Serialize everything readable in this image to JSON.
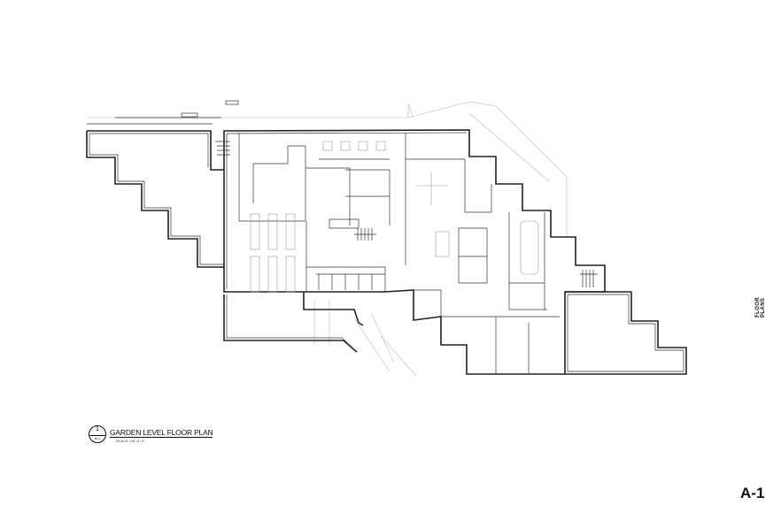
{
  "drawing": {
    "title": "GARDEN LEVEL FLOOR PLAN",
    "scale": "SCALE: 1/8\"=1'-0\"",
    "detail_number": "1",
    "detail_sheet": "A-1"
  },
  "sheet": {
    "category": "FLOOR PLANS",
    "number": "A-1"
  }
}
